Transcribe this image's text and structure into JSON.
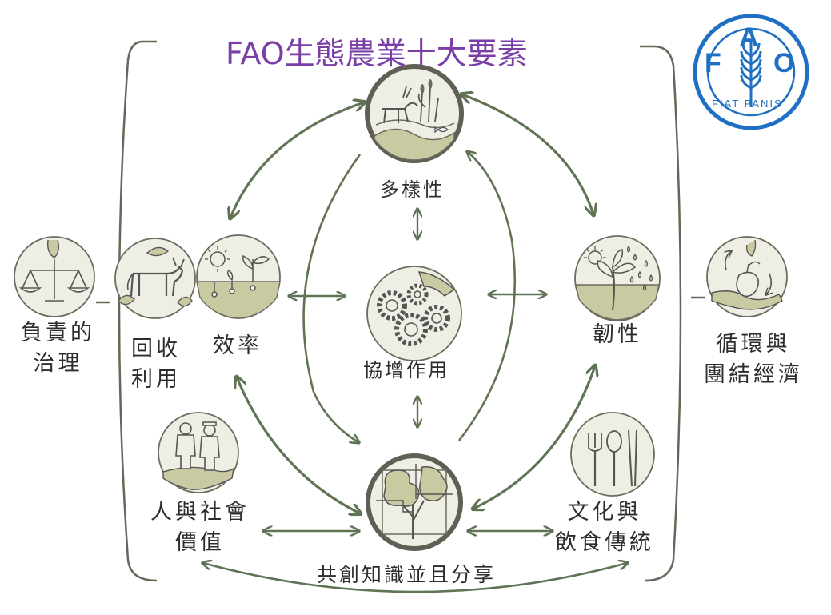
{
  "title": "FAO生態農業十大要素",
  "logo": {
    "letters": [
      "F",
      "A",
      "O"
    ],
    "motto": "FIAT PANIS",
    "color": "#1f6fc4"
  },
  "elements": {
    "diversity": "多樣性",
    "synergy": "協增作用",
    "resilience": "韌性",
    "recycling": {
      "line1": "回收",
      "line2": "利用"
    },
    "efficiency": "效率",
    "governance": {
      "line1": "負責的",
      "line2": "治理"
    },
    "circular_economy": {
      "line1": "循環與",
      "line2": "團結經濟"
    },
    "human_social_values": {
      "line1": "人與社會",
      "line2": "價值"
    },
    "culture_food": {
      "line1": "文化與",
      "line2": "飲食傳統"
    },
    "co_creation": "共創知識並且分享"
  },
  "colors": {
    "title": "#7a3fa7",
    "arrow": "#5f7355",
    "circle_fill": "#efeee4",
    "ground_fill": "#c9c9a2",
    "outline": "#6b6b5e"
  }
}
